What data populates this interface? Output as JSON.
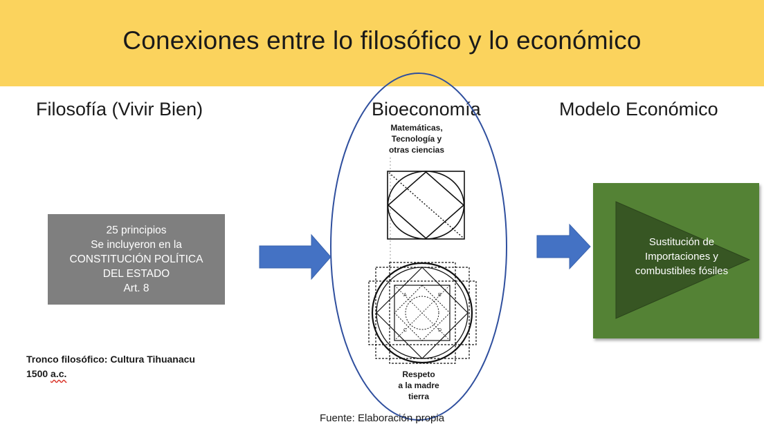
{
  "banner": {
    "title": "Conexiones entre lo filosófico y lo económico"
  },
  "columns": {
    "left_heading": "Filosofía (Vivir Bien)",
    "middle_heading": "Bioeconomía",
    "right_heading": "Modelo Económico"
  },
  "gray_box": {
    "lines": [
      "25 principios",
      "Se incluyeron en la",
      "CONSTITUCIÓN POLÍTICA",
      "DEL ESTADO",
      "Art. 8"
    ]
  },
  "bioeconomy": {
    "top_label": [
      "Matemáticas,",
      "Tecnología y",
      "otras ciencias"
    ],
    "bottom_label": [
      "Respeto",
      "a la madre",
      "tierra"
    ],
    "diagram_letters": [
      "A",
      "B",
      "C",
      "D"
    ]
  },
  "green_box": {
    "lines": [
      "Sustitución de",
      "Importaciones y",
      "combustibles fósiles"
    ]
  },
  "tronco": {
    "line1": "Tronco filosófico: Cultura Tihuanacu",
    "line2_value": "1500",
    "line2_suffix": "a.c."
  },
  "source": "Fuente: Elaboración propia",
  "colors": {
    "banner": "#fbd35d",
    "gray_box": "#7f7f7f",
    "green_box": "#548235",
    "arrow": "#4472c4",
    "ellipse": "#2f4f9e",
    "triangle": "#375623"
  }
}
